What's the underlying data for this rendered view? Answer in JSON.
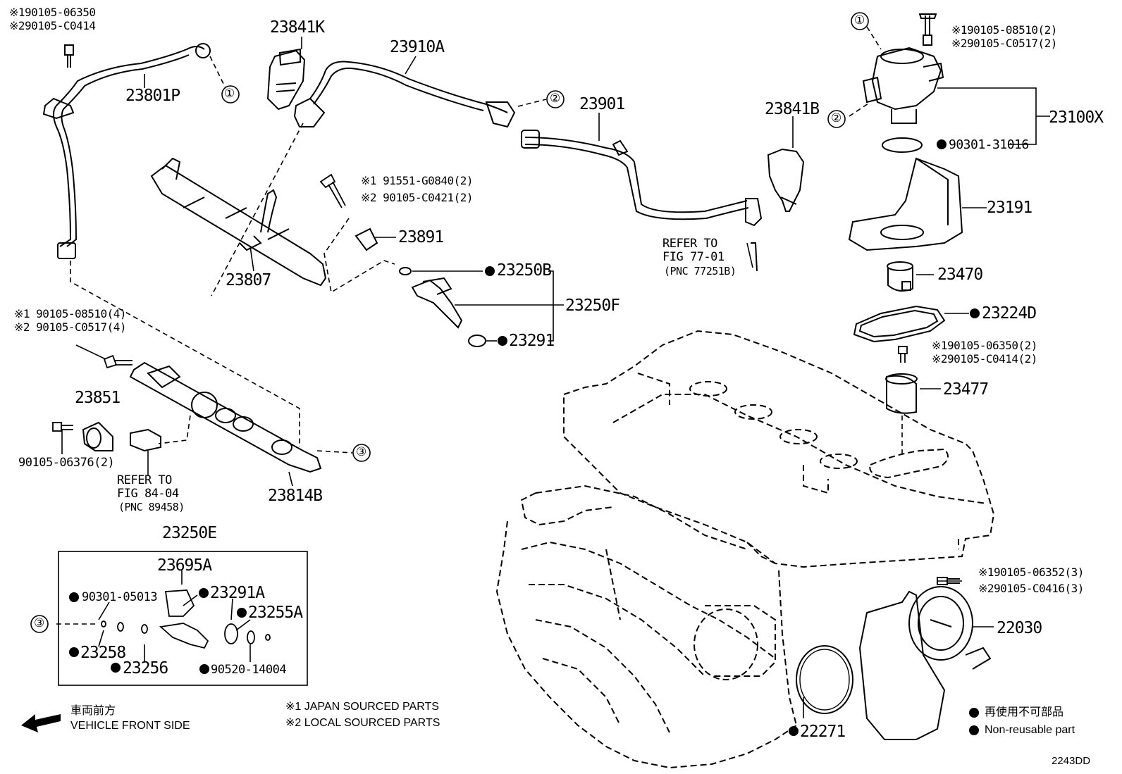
{
  "labels": {
    "p23801P": "23801P",
    "p23841K": "23841K",
    "p23910A": "23910A",
    "p23901": "23901",
    "p23841B": "23841B",
    "p23100X": "23100X",
    "p90301_31016": "90301-31016",
    "p23191": "23191",
    "p23470": "23470",
    "p23224D": "23224D",
    "p23477": "23477",
    "p23807": "23807",
    "p23891": "23891",
    "p23250B": "23250B",
    "p23250F": "23250F",
    "p23291": "23291",
    "p23851": "23851",
    "p90105_06376": "90105-06376(2)",
    "p23814B": "23814B",
    "p23250E": "23250E",
    "p23695A": "23695A",
    "p90301_05013": "90301-05013",
    "p23291A": "23291A",
    "p23255A": "23255A",
    "p23258": "23258",
    "p23256": "23256",
    "p90520_14004": "90520-14004",
    "p22030": "22030",
    "p22271": "22271"
  },
  "markers": {
    "c1": "①",
    "c2": "②",
    "c3": "③"
  },
  "fasteners": {
    "tl_1": "※190105-06350",
    "tl_2": "※290105-C0414",
    "tr_1": "※190105-08510(2)",
    "tr_2": "※290105-C0517(2)",
    "mid_1": "※1 91551-G0840(2)",
    "mid_2": "※2 90105-C0421(2)",
    "left_1": "※1 90105-08510(4)",
    "left_2": "※2 90105-C0517(4)",
    "right_1": "※190105-06350(2)",
    "right_2": "※290105-C0414(2)",
    "tb_1": "※190105-06352(3)",
    "tb_2": "※290105-C0416(3)"
  },
  "refs": {
    "ref77_line1": "REFER TO",
    "ref77_line2": "FIG 77-01",
    "ref77_line3": "(PNC 77251B)",
    "ref84_line1": "REFER TO",
    "ref84_line2": "FIG 84-04",
    "ref84_line3": "(PNC 89458)"
  },
  "legend": {
    "front_jp": "車両前方",
    "front_en": "VEHICLE FRONT SIDE",
    "src1": "※1 JAPAN SOURCED PARTS",
    "src2": "※2 LOCAL SOURCED PARTS",
    "nonreuse_jp": "再使用不可部品",
    "nonreuse_en": "Non-reusable part",
    "code": "2243DD"
  },
  "icons": {
    "bullet": "filled-circle-icon",
    "arrow": "front-arrow-icon"
  }
}
